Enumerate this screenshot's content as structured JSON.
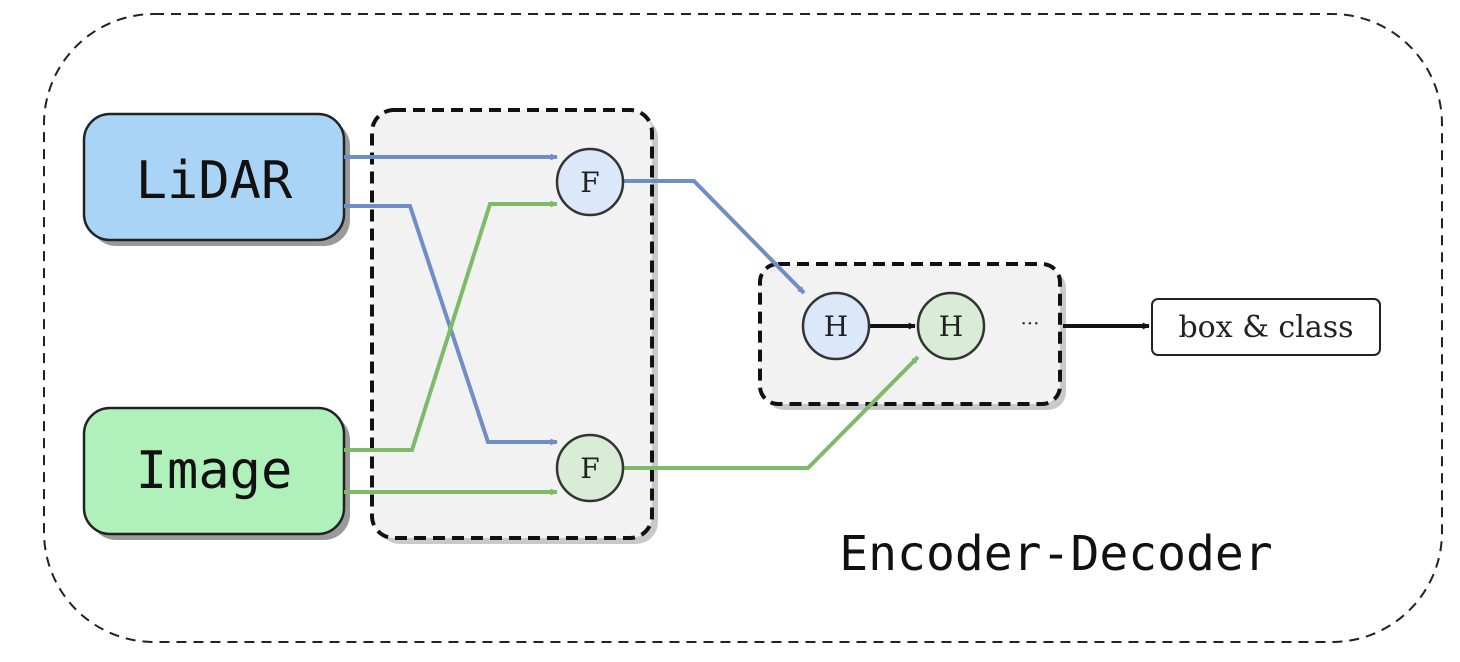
{
  "inputs": {
    "lidar": "LiDAR",
    "image": "Image"
  },
  "fusion": {
    "node_label": "F"
  },
  "decoder": {
    "head_label": "H",
    "ellipsis": "···"
  },
  "output": {
    "label": "box & class"
  },
  "container": {
    "caption": "Encoder-Decoder"
  },
  "colors": {
    "lidar": "#aad4f5",
    "image": "#b0f0ba",
    "blue_arrow": "#6d8fc6",
    "green_arrow": "#7fba6b",
    "node_blue": "#dbe8fa",
    "node_green": "#d8ecd6",
    "box_fill": "#f2f2f2"
  }
}
